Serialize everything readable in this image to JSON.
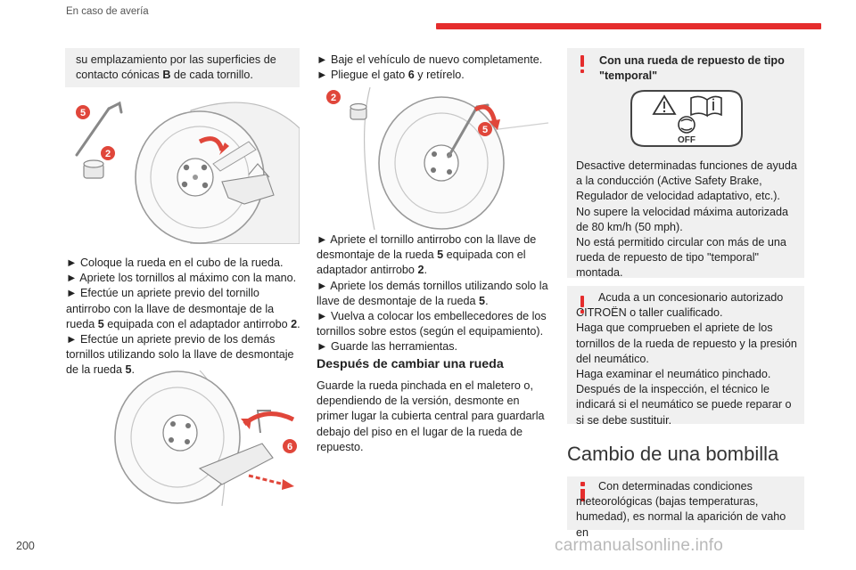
{
  "header": {
    "section_title": "En caso de avería"
  },
  "col1": {
    "box_text_a": "su emplazamiento por las superficies de",
    "box_text_b": "contacto cónicas ",
    "box_text_c": "B",
    "box_text_d": " de cada tornillo.",
    "fig1_labels": [
      "5",
      "2"
    ],
    "steps": [
      {
        "pre": "► Coloque la rueda en el cubo de la rueda."
      },
      {
        "pre": "► Apriete los tornillos al máximo con la mano."
      },
      {
        "pre": "► Efectúe un apriete previo del tornillo antirrobo con la llave de desmontaje de la rueda ",
        "b1": "5",
        "mid": " equipada con el adaptador antirrobo ",
        "b2": "2",
        "post": "."
      },
      {
        "pre": "► Efectúe un apriete previo de los demás tornillos utilizando solo la llave de desmontaje de la rueda ",
        "b1": "5",
        "post": "."
      }
    ],
    "fig2_labels": [
      "6"
    ]
  },
  "col2": {
    "top_steps": [
      {
        "pre": "► Baje el vehículo de nuevo completamente."
      },
      {
        "pre": "► Pliegue el gato ",
        "b1": "6",
        "post": " y retírelo."
      }
    ],
    "fig3_labels": [
      "2",
      "5"
    ],
    "steps": [
      {
        "pre": "► Apriete el tornillo antirrobo con la llave de desmontaje de la rueda ",
        "b1": "5",
        "mid": " equipada con el adaptador antirrobo ",
        "b2": "2",
        "post": "."
      },
      {
        "pre": "► Apriete los demás tornillos utilizando solo la llave de desmontaje de la rueda ",
        "b1": "5",
        "post": "."
      },
      {
        "pre": "► Vuelva a colocar los embellecedores de los tornillos sobre estos (según el equipamiento)."
      },
      {
        "pre": "► Guarde las herramientas."
      }
    ],
    "heading": "Después de cambiar una rueda",
    "paragraph": "Guarde la rueda pinchada en el maletero o, dependiendo de la versión, desmonte en primer lugar la cubierta central para guardarla debajo del piso en el lugar de la rueda de repuesto."
  },
  "col3": {
    "warning1_title": "Con una rueda de repuesto de tipo \"temporal\"",
    "label_off": "OFF",
    "warning1_lines": [
      "Desactive determinadas funciones de ayuda a la conducción (Active Safety Brake, Regulador de velocidad adaptativo, etc.).",
      "No supere la velocidad máxima autorizada de 80 km/h (50 mph).",
      "No está permitido circular con más de una rueda de repuesto de tipo \"temporal\" montada."
    ],
    "warning2_lines": [
      "Acuda a un concesionario autorizado CITROËN o taller cualificado.",
      "Haga que comprueben el apriete de los tornillos de la rueda de repuesto y la presión del neumático.",
      "Haga examinar el neumático pinchado.",
      "Después de la inspección, el técnico le indicará si el neumático se puede reparar o si se debe sustituir."
    ],
    "section_heading": "Cambio de una bombilla",
    "info_text": "Con determinadas condiciones meteorológicas (bajas temperaturas, humedad), es normal la aparición de vaho en"
  },
  "page_number": "200",
  "footer": "carmanualsonline.info",
  "colors": {
    "accent": "#e52d2d",
    "box_bg": "#f0f0f0"
  }
}
